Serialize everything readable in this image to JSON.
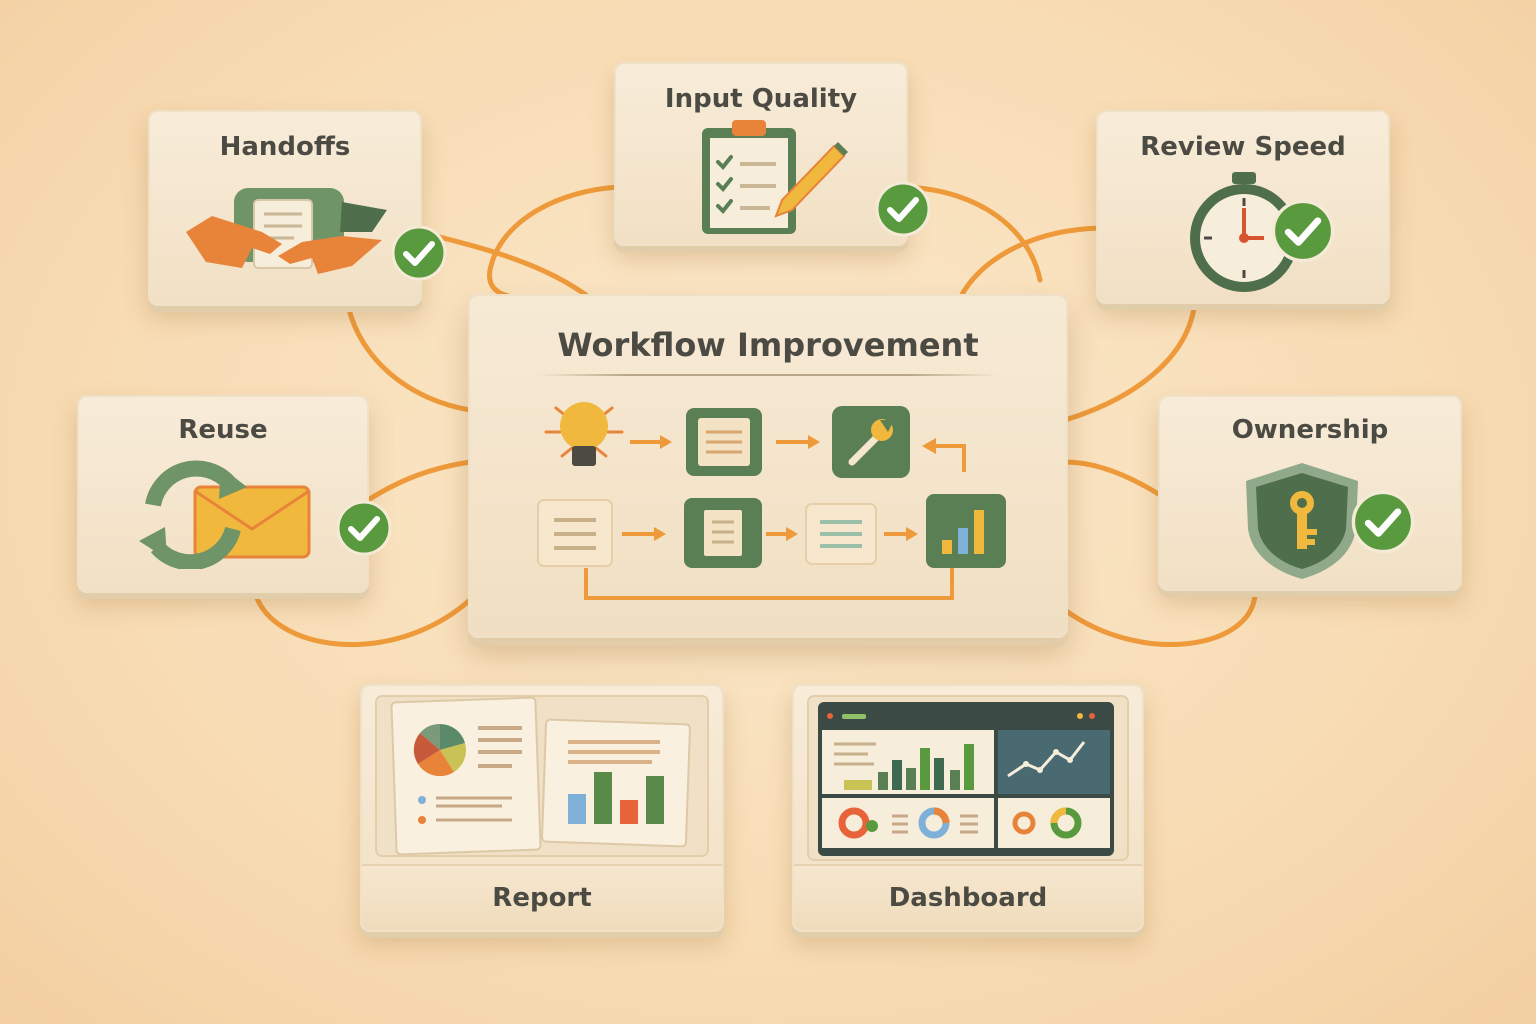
{
  "diagram": {
    "center": {
      "title": "Workflow Improvement"
    },
    "nodes": {
      "handoffs": {
        "label": "Handoffs",
        "icon": "handoff-icon",
        "status": "check-icon"
      },
      "input_quality": {
        "label": "Input Quality",
        "icon": "clipboard-checklist-icon",
        "status": "check-icon"
      },
      "review_speed": {
        "label": "Review Speed",
        "icon": "stopwatch-icon",
        "status": "check-icon"
      },
      "reuse": {
        "label": "Reuse",
        "icon": "recycle-icon",
        "status": "check-icon"
      },
      "ownership": {
        "label": "Ownership",
        "icon": "shield-key-icon",
        "status": "check-icon"
      },
      "report": {
        "label": "Report",
        "icon": "report-documents-icon"
      },
      "dashboard": {
        "label": "Dashboard",
        "icon": "dashboard-screen-icon"
      }
    },
    "colors": {
      "background": "#f8dcb4",
      "card": "#f5e6cf",
      "connector": "#ee9a3a",
      "green": "#5a7f55",
      "check_green": "#5a9a3f",
      "orange": "#e8833a",
      "gold": "#f0b83c",
      "text": "#4b4a43"
    }
  }
}
